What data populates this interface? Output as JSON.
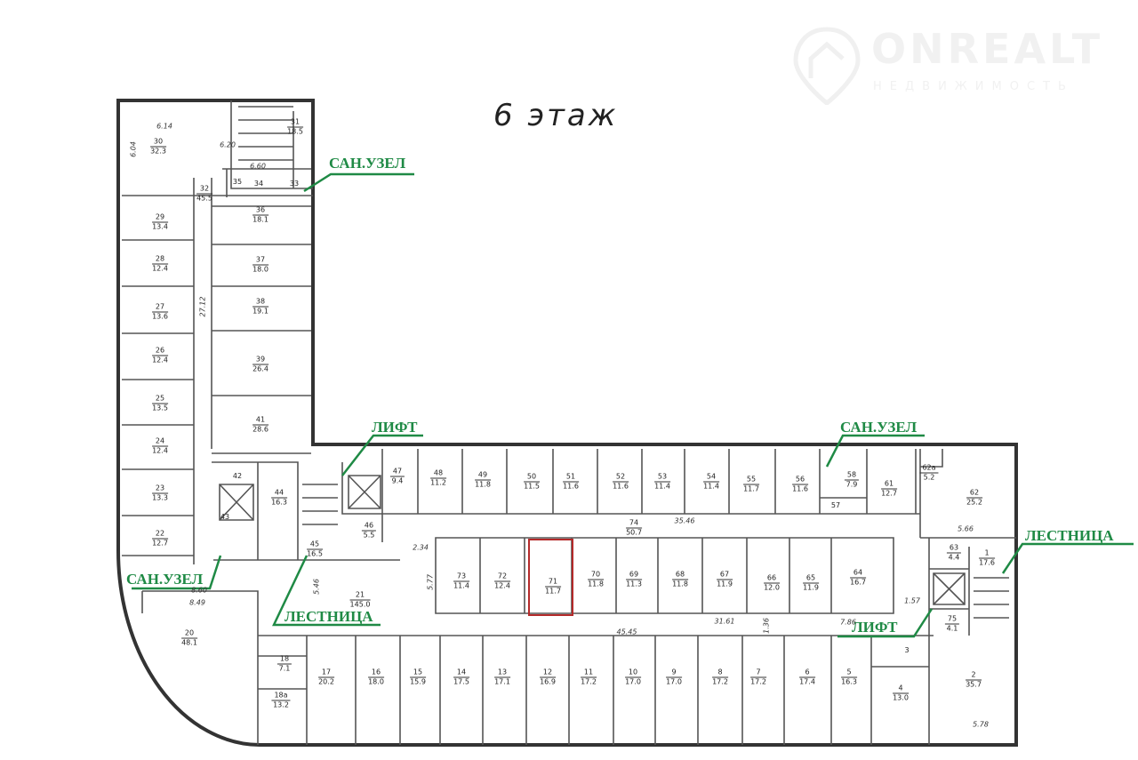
{
  "title": "6 этаж",
  "watermark": {
    "brand": "ONREALT",
    "sub": "НЕДВИЖИМОСТЬ"
  },
  "labels": {
    "wc_top": "САН.УЗЕЛ",
    "lift_left": "ЛИФТ",
    "wc_right": "САН.УЗЕЛ",
    "stairs_right": "ЛЕСТНИЦА",
    "wc_left": "САН.УЗЕЛ",
    "stairs_left": "ЛЕСТНИЦА",
    "lift_right": "ЛИФТ"
  },
  "highlight_room": "71",
  "rooms": {
    "r1": {
      "n": "1",
      "a": "17.6"
    },
    "r2": {
      "n": "2",
      "a": "35.7"
    },
    "r3": {
      "n": "3",
      "a": ""
    },
    "r4": {
      "n": "4",
      "a": "13.0"
    },
    "r5": {
      "n": "5",
      "a": "16.3"
    },
    "r6": {
      "n": "6",
      "a": "17.4"
    },
    "r7": {
      "n": "7",
      "a": "17.2"
    },
    "r8": {
      "n": "8",
      "a": "17.2"
    },
    "r9": {
      "n": "9",
      "a": "17.0"
    },
    "r10": {
      "n": "10",
      "a": "17.0"
    },
    "r11": {
      "n": "11",
      "a": "17.2"
    },
    "r12": {
      "n": "12",
      "a": "16.9"
    },
    "r13": {
      "n": "13",
      "a": "17.1"
    },
    "r14": {
      "n": "14",
      "a": "17.5"
    },
    "r15": {
      "n": "15",
      "a": "15.9"
    },
    "r16": {
      "n": "16",
      "a": "18.0"
    },
    "r17": {
      "n": "17",
      "a": "20.2"
    },
    "r18": {
      "n": "18",
      "a": "7.1"
    },
    "r18a": {
      "n": "18a",
      "a": "13.2"
    },
    "r20": {
      "n": "20",
      "a": "48.1"
    },
    "r21": {
      "n": "21",
      "a": "145.0"
    },
    "r22": {
      "n": "22",
      "a": "12.7"
    },
    "r23": {
      "n": "23",
      "a": "13.3"
    },
    "r24": {
      "n": "24",
      "a": "12.4"
    },
    "r25": {
      "n": "25",
      "a": "13.5"
    },
    "r26": {
      "n": "26",
      "a": "12.4"
    },
    "r27": {
      "n": "27",
      "a": "13.6"
    },
    "r28": {
      "n": "28",
      "a": "12.4"
    },
    "r29": {
      "n": "29",
      "a": "13.4"
    },
    "r30": {
      "n": "30",
      "a": "32.3"
    },
    "r31": {
      "n": "31",
      "a": "18.5"
    },
    "r32": {
      "n": "32",
      "a": "45.5"
    },
    "r33": {
      "n": "33",
      "a": ""
    },
    "r34": {
      "n": "34",
      "a": ""
    },
    "r35": {
      "n": "35",
      "a": ""
    },
    "r36": {
      "n": "36",
      "a": "18.1"
    },
    "r37": {
      "n": "37",
      "a": "18.0"
    },
    "r38": {
      "n": "38",
      "a": "19.1"
    },
    "r39": {
      "n": "39",
      "a": "26.4"
    },
    "r41": {
      "n": "41",
      "a": "28.6"
    },
    "r42": {
      "n": "42",
      "a": ""
    },
    "r43": {
      "n": "43",
      "a": ""
    },
    "r44": {
      "n": "44",
      "a": "16.3"
    },
    "r45": {
      "n": "45",
      "a": "16.5"
    },
    "r46": {
      "n": "46",
      "a": "5.5"
    },
    "r47": {
      "n": "47",
      "a": "9.4"
    },
    "r48": {
      "n": "48",
      "a": "11.2"
    },
    "r49": {
      "n": "49",
      "a": "11.8"
    },
    "r50": {
      "n": "50",
      "a": "11.5"
    },
    "r51": {
      "n": "51",
      "a": "11.6"
    },
    "r52": {
      "n": "52",
      "a": "11.6"
    },
    "r53": {
      "n": "53",
      "a": "11.4"
    },
    "r54": {
      "n": "54",
      "a": "11.4"
    },
    "r55": {
      "n": "55",
      "a": "11.7"
    },
    "r56": {
      "n": "56",
      "a": "11.6"
    },
    "r57": {
      "n": "57",
      "a": ""
    },
    "r58": {
      "n": "58",
      "a": "7.9"
    },
    "r61": {
      "n": "61",
      "a": "12.7"
    },
    "r62": {
      "n": "62",
      "a": "25.2"
    },
    "r62a": {
      "n": "62a",
      "a": "5.2"
    },
    "r63": {
      "n": "63",
      "a": "4.4"
    },
    "r64": {
      "n": "64",
      "a": "16.7"
    },
    "r65": {
      "n": "65",
      "a": "11.9"
    },
    "r66": {
      "n": "66",
      "a": "12.0"
    },
    "r67": {
      "n": "67",
      "a": "11.9"
    },
    "r68": {
      "n": "68",
      "a": "11.8"
    },
    "r69": {
      "n": "69",
      "a": "11.3"
    },
    "r70": {
      "n": "70",
      "a": "11.8"
    },
    "r71": {
      "n": "71",
      "a": "11.7"
    },
    "r72": {
      "n": "72",
      "a": "12.4"
    },
    "r73": {
      "n": "73",
      "a": "11.4"
    },
    "r74": {
      "n": "74",
      "a": "50.7"
    },
    "r75": {
      "n": "75",
      "a": "4.1"
    }
  },
  "dimensions": {
    "d1": "35.46",
    "d2": "45.45",
    "d3": "31.61",
    "d4": "27.12",
    "d5": "6.60",
    "d6": "6.14",
    "d7": "6.04",
    "d8": "8.49",
    "d9": "8.60",
    "d10": "5.66",
    "d11": "5.46",
    "d12": "1.36",
    "d13": "7.86",
    "d14": "5.78",
    "d15": "1.57",
    "d16": "6.20",
    "d17": "2.34",
    "d18": "5.77"
  }
}
